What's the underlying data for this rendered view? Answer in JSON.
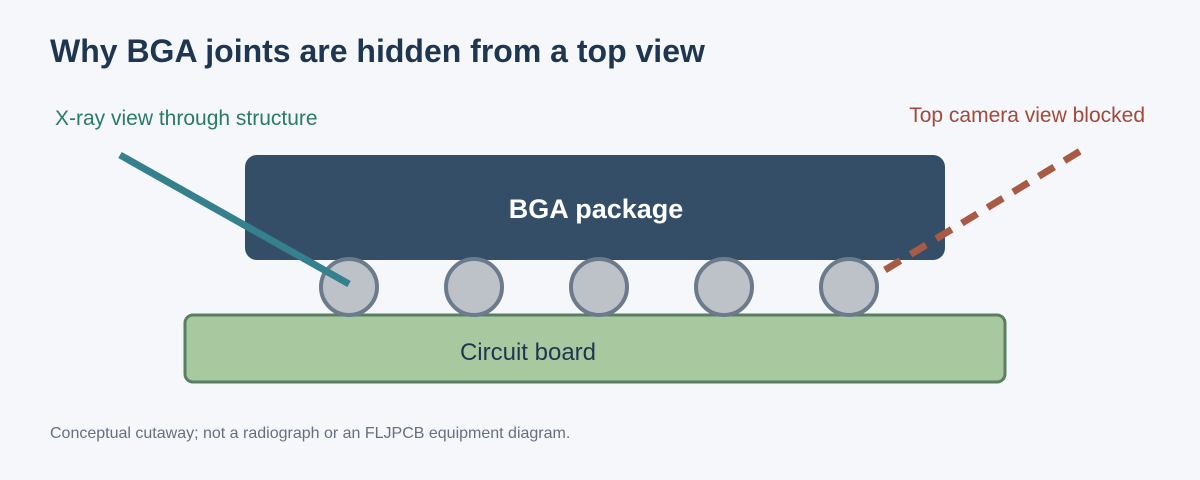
{
  "title": "Why BGA joints are hidden from a top view",
  "labels": {
    "xray": "X-ray view through structure",
    "camera": "Top camera view blocked",
    "package": "BGA package",
    "board": "Circuit board"
  },
  "caption": "Conceptual cutaway; not a radiograph or an FLJPCB equipment diagram.",
  "colors": {
    "background": "#f5f7fb",
    "package_fill": "#344e68",
    "board_fill": "#a8c8a0",
    "board_stroke": "#5a7e62",
    "ball_fill": "#bdc1c8",
    "ball_stroke": "#6b7b8c",
    "xray_line": "#34808c",
    "camera_line": "#a85a44"
  },
  "solder_ball_count": 5
}
